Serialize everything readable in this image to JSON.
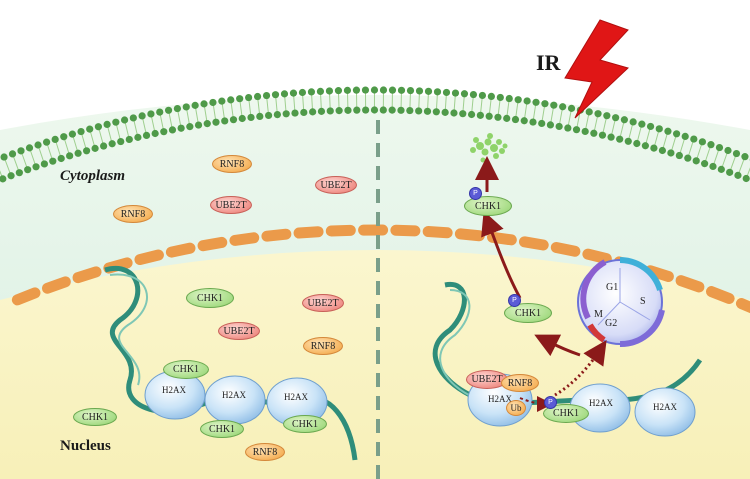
{
  "labels": {
    "ir": "IR",
    "cytoplasm": "Cytoplasm",
    "nucleus": "Nucleus",
    "p": "P",
    "ub": "Ub"
  },
  "proteins": {
    "chk1": "CHK1",
    "rnf8": "RNF8",
    "ube2t": "UBE2T",
    "h2ax": "H2AX"
  },
  "cell_cycle": {
    "g1": "G1",
    "s": "S",
    "g2": "G2",
    "m": "M"
  },
  "colors": {
    "chk1": "#a7dc86",
    "rnf8": "#f6b45e",
    "ube2t": "#f0928a",
    "membrane": "#4f9a49",
    "nuclear_envelope": "#eb9a4a",
    "ir_bolt": "#e01616",
    "arrow": "#8b1a1a",
    "phospho": "#5b5bd6"
  }
}
